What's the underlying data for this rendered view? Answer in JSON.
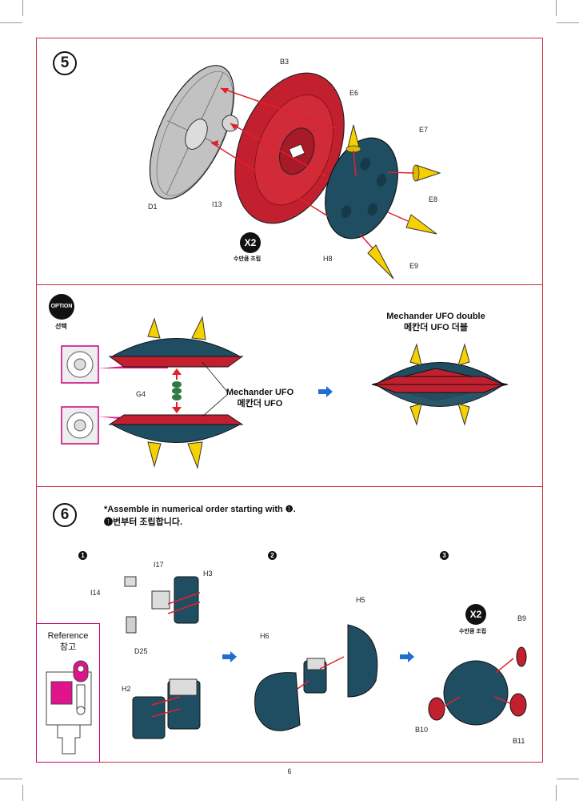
{
  "page_number": "6",
  "colors": {
    "frame": "#c8303c",
    "red": "#c2202f",
    "navy": "#1f4e63",
    "yellow": "#f6d100",
    "gray": "#b4b4b4",
    "magenta": "#c8007c",
    "blue_arrow": "#1f6fd1"
  },
  "step5": {
    "number": "5",
    "labels": {
      "b3": "B3",
      "e6": "E6",
      "e7": "E7",
      "e8": "E8",
      "e9": "E9",
      "d1": "D1",
      "i13": "I13",
      "h8": "H8"
    },
    "multiplier": "X2",
    "multiplier_caption": "수만큼 조립"
  },
  "option": {
    "badge": "OPTION",
    "badge_caption": "선택",
    "g4_label": "G4",
    "single_caption_en": "Mechander UFO",
    "single_caption_ko": "메칸더 UFO",
    "double_caption_en": "Mechander UFO double",
    "double_caption_ko": "메칸더 UFO 더블"
  },
  "step6": {
    "number": "6",
    "note_en": "*Assemble in numerical order starting with ❶.",
    "note_ko": "❶번부터 조립합니다.",
    "substeps": [
      "1",
      "2",
      "3"
    ],
    "labels": {
      "i17": "I17",
      "h3": "H3",
      "i14": "I14",
      "d25": "D25",
      "h2": "H2",
      "h5": "H5",
      "h6": "H6",
      "b9": "B9",
      "b10": "B10",
      "b11": "B11"
    },
    "multiplier": "X2",
    "multiplier_caption": "수만큼 조립"
  },
  "reference": {
    "title_en": "Reference",
    "title_ko": "참고"
  }
}
